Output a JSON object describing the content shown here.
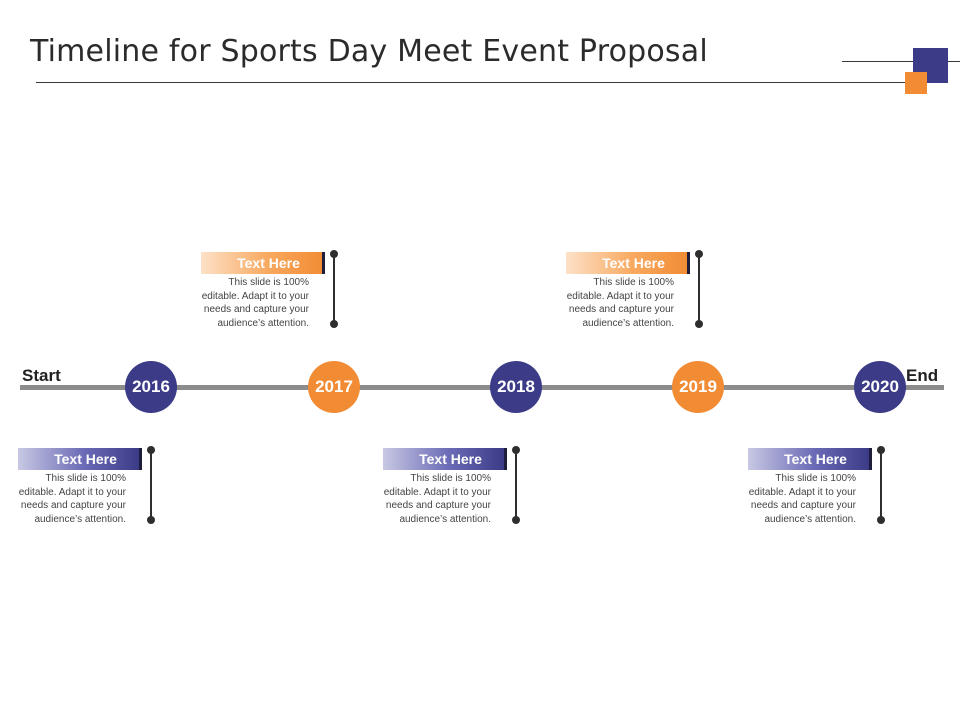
{
  "title": "Timeline for Sports Day Meet Event Proposal",
  "colors": {
    "blue": "#3b3b87",
    "orange": "#f28c34",
    "axis": "#8c8c8c"
  },
  "timeline": {
    "start_label": "Start",
    "end_label": "End",
    "years": [
      "2016",
      "2017",
      "2018",
      "2019",
      "2020"
    ]
  },
  "cards": [
    {
      "heading": "Text Here",
      "text": "This slide is 100% editable. Adapt it to your needs and capture your audience’s attention."
    },
    {
      "heading": "Text Here",
      "text": "This slide is 100% editable. Adapt it to your needs and capture your audience’s attention."
    },
    {
      "heading": "Text Here",
      "text": "This slide is 100% editable. Adapt it to your needs and capture your audience’s attention."
    },
    {
      "heading": "Text Here",
      "text": "This slide is 100% editable. Adapt it to your needs and capture your audience’s attention."
    },
    {
      "heading": "Text Here",
      "text": "This slide is 100% editable. Adapt it to your needs and capture your audience’s attention."
    }
  ]
}
